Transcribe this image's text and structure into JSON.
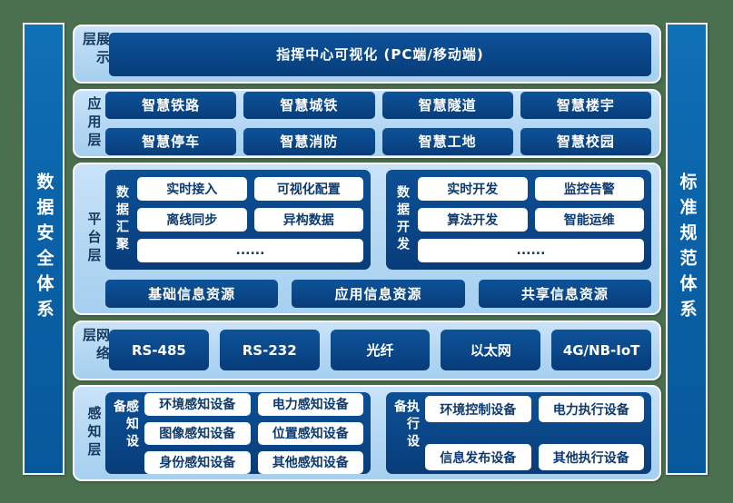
{
  "colors": {
    "frame_green": "#4A704F",
    "pillar_blue": "#0B64AB",
    "layer_light_blue": "#B5D8F3",
    "box_navy": "#0A4789",
    "white_box_text_navy": "#0D3A70",
    "layer_label_navy": "#143A62",
    "border_white": "#FFFFFF"
  },
  "pillars": {
    "left": "数据安全体系",
    "right": "标准规范体系"
  },
  "layers": {
    "presentation": {
      "label": "展示层",
      "box": "指挥中心可视化 (PC端/移动端)"
    },
    "application": {
      "label": "应用层",
      "boxes": [
        "智慧铁路",
        "智慧城铁",
        "智慧隧道",
        "智慧楼宇",
        "智慧停车",
        "智慧消防",
        "智慧工地",
        "智慧校园"
      ]
    },
    "platform": {
      "label": "平台层",
      "groups": [
        {
          "label": "数据汇聚",
          "items": [
            "实时接入",
            "可视化配置",
            "离线同步",
            "异构数据"
          ],
          "more": "......"
        },
        {
          "label": "数据开发",
          "items": [
            "实时开发",
            "监控告警",
            "算法开发",
            "智能运维"
          ],
          "more": "......"
        }
      ],
      "resources": [
        "基础信息资源",
        "应用信息资源",
        "共享信息资源"
      ]
    },
    "network": {
      "label": "网络层",
      "boxes": [
        "RS-485",
        "RS-232",
        "光纤",
        "以太网",
        "4G/NB-IoT"
      ]
    },
    "perception": {
      "label": "感知层",
      "groups": [
        {
          "label": "感知设备",
          "items": [
            "环境感知设备",
            "电力感知设备",
            "图像感知设备",
            "位置感知设备",
            "身份感知设备",
            "其他感知设备"
          ]
        },
        {
          "label": "执行设备",
          "items": [
            "环境控制设备",
            "电力执行设备",
            "信息发布设备",
            "其他执行设备"
          ]
        }
      ]
    }
  }
}
